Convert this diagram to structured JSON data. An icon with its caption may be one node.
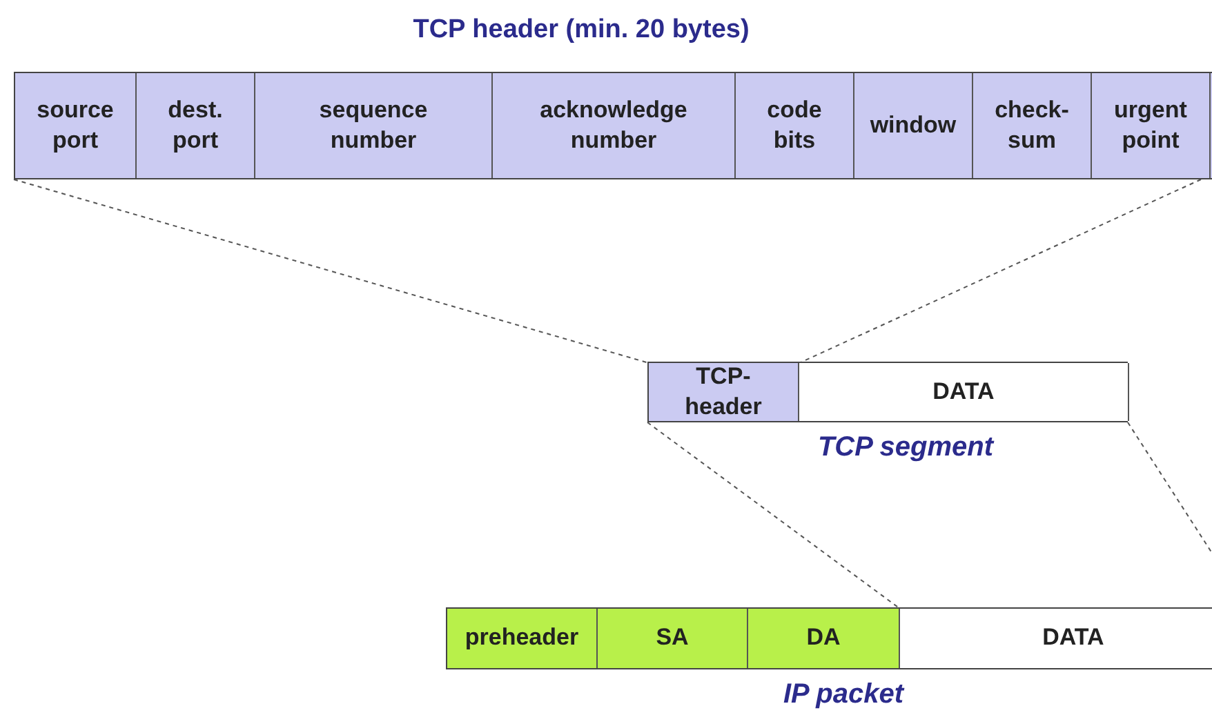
{
  "diagram": {
    "nodes": [
      {
        "text": [
          "TCP header (min. 20 bytes)"
        ]
      },
      {
        "text": [
          "source port"
        ],
        "in": 0
      },
      {
        "text": [
          "dest. port"
        ],
        "in": 0
      },
      {
        "text": [
          "sequence number"
        ],
        "in": 0
      },
      {
        "text": [
          "acknowledge number"
        ],
        "in": 0
      },
      {
        "text": [
          "code bits"
        ],
        "in": 0
      },
      {
        "text": [
          "window"
        ],
        "in": 0
      },
      {
        "text": [
          "check- sum"
        ],
        "in": 0
      },
      {
        "text": [
          "urgent point"
        ],
        "in": 0
      },
      {
        "text": [],
        "shape": "bar",
        "beside": [
          "TCP segment"
        ]
      },
      {
        "text": [
          "TCP- header"
        ],
        "in": 9
      },
      {
        "text": [
          "DATA"
        ],
        "in": 9
      },
      {
        "text": [],
        "shape": "bar",
        "beside": [
          "IP packet"
        ]
      },
      {
        "text": [
          "preheader"
        ],
        "in": 12
      },
      {
        "text": [
          "SA"
        ],
        "in": 12
      },
      {
        "text": [
          "DA"
        ],
        "in": 12
      },
      {
        "text": [
          "DATA"
        ],
        "in": 12
      }
    ],
    "edges": [
      {
        "from": 0,
        "to": 10,
        "arrow": "none",
        "style": "dashed"
      },
      {
        "from": 0,
        "to": 10,
        "arrow": "none",
        "style": "dashed"
      },
      {
        "from": 9,
        "to": 16,
        "arrow": "none",
        "style": "dashed"
      },
      {
        "from": 9,
        "to": 16,
        "arrow": "none",
        "style": "dashed"
      }
    ]
  }
}
